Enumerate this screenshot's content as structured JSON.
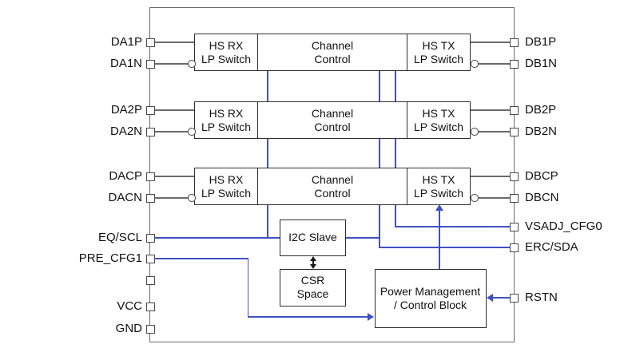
{
  "pins": {
    "left": [
      "DA1P",
      "DA1N",
      "DA2P",
      "DA2N",
      "DACP",
      "DACN",
      "EQ/SCL",
      "PRE_CFG1",
      "",
      "VCC",
      "GND"
    ],
    "right": [
      "DB1P",
      "DB1N",
      "DB2P",
      "DB2N",
      "DBCP",
      "DBCN",
      "VSADJ_CFG0",
      "ERC/SDA",
      "RSTN"
    ]
  },
  "channel_rows": [
    {
      "rx": [
        "HS RX",
        "LP Switch"
      ],
      "ctrl": [
        "Channel",
        "Control"
      ],
      "tx": [
        "HS TX",
        "LP Switch"
      ]
    },
    {
      "rx": [
        "HS RX",
        "LP Switch"
      ],
      "ctrl": [
        "Channel",
        "Control"
      ],
      "tx": [
        "HS TX",
        "LP Switch"
      ]
    },
    {
      "rx": [
        "HS RX",
        "LP Switch"
      ],
      "ctrl": [
        "Channel",
        "Control"
      ],
      "tx": [
        "HS TX",
        "LP Switch"
      ]
    }
  ],
  "blocks": {
    "i2c_slave": "I2C Slave",
    "csr_space": [
      "CSR",
      "Space"
    ],
    "power_mgmt": [
      "Power Management",
      "/ Control Block"
    ]
  },
  "colors": {
    "wire_blue": "#3f51c1",
    "block_border": "#2f2f2f",
    "boundary_gray": "#6b6b6b"
  }
}
